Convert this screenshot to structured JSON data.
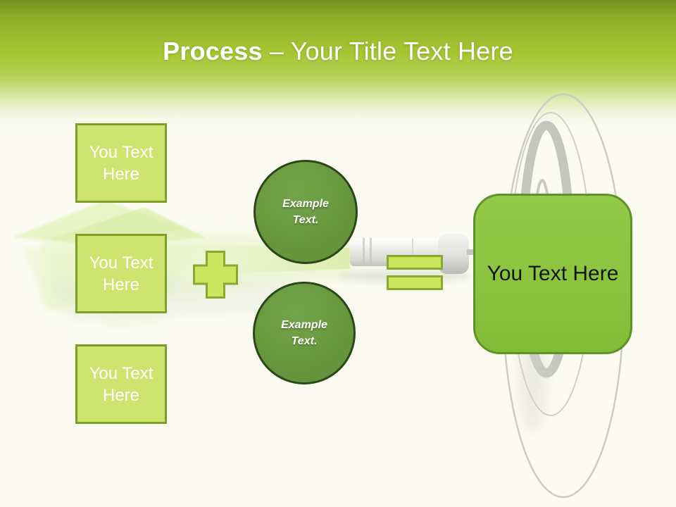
{
  "slide": {
    "title": {
      "bold": "Process",
      "rest": " – Your Title Text Here"
    }
  },
  "left_boxes": [
    {
      "label": "You Text Here"
    },
    {
      "label": "You Text Here"
    },
    {
      "label": "You Text Here"
    }
  ],
  "operators": {
    "first": "plus",
    "second": "equals"
  },
  "circles": [
    {
      "label": "Example Text."
    },
    {
      "label": "Example Text."
    }
  ],
  "result_box": {
    "label": "You Text Here"
  },
  "background": {
    "decorations": [
      "dart-flights",
      "dart-shaft",
      "dart-barrel",
      "target-rings"
    ]
  },
  "colors": {
    "page-bg": "#fbfbf1",
    "header-mid": "#a6c733",
    "title-text": "#ffffff",
    "box-fill": "#cee46f",
    "box-border": "#7e9e2a",
    "box-text": "#ffffff",
    "operator-fill": "#cbe55c",
    "operator-border": "#8aa832",
    "circle-fill": "#68983d",
    "circle-border": "#2b4719",
    "result-fill": "#8bc43e",
    "result-border": "#5d9327",
    "result-text": "#151515"
  }
}
